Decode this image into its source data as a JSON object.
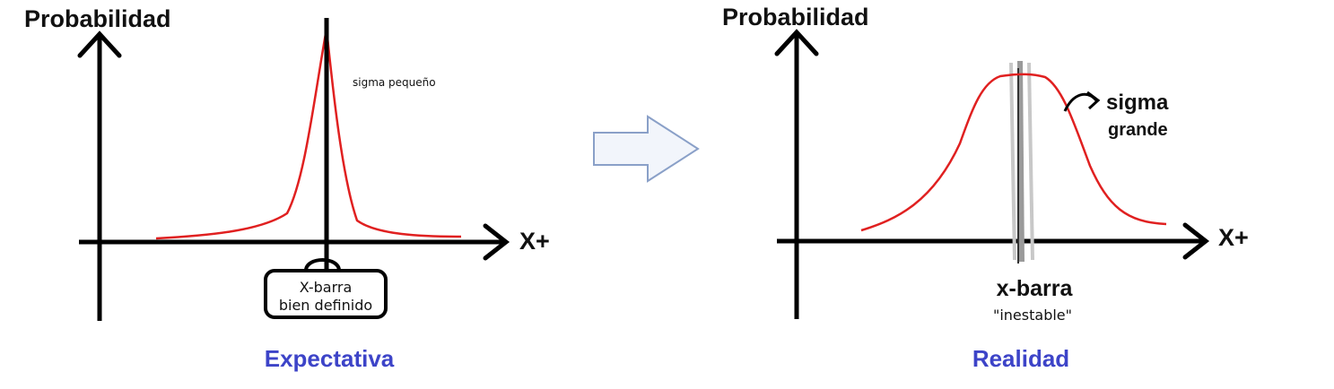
{
  "left_panel": {
    "y_axis_label": "Probabilidad",
    "x_axis_label": "X+",
    "sigma_note": "sigma pequeño",
    "box_line1": "X-barra",
    "box_line2": "bien definido",
    "caption": "Expectativa"
  },
  "right_panel": {
    "y_axis_label": "Probabilidad",
    "x_axis_label": "X+",
    "sigma_line1": "sigma",
    "sigma_line2": "grande",
    "xbar_label": "x-barra",
    "xbar_note": "\"inestable\"",
    "caption": "Realidad"
  },
  "colors": {
    "curve": "#e02020",
    "caption": "#3d44c8",
    "arrow_fill": "#f2f5fb",
    "arrow_stroke": "#8aa0c8"
  },
  "icons": [
    "right-block-arrow-icon"
  ]
}
